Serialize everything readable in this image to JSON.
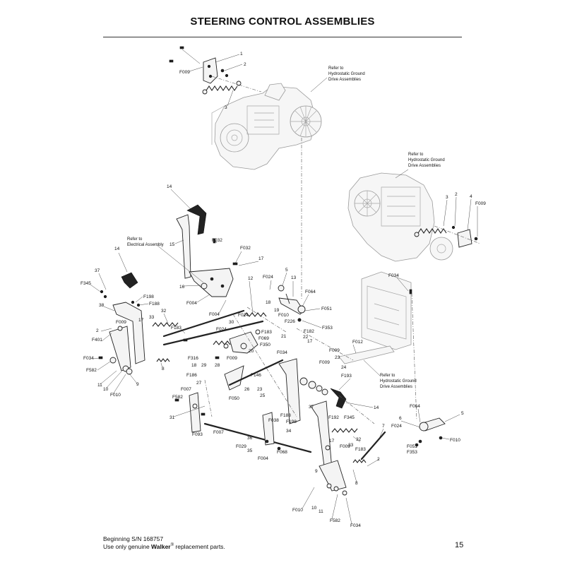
{
  "title": "STEERING CONTROL ASSEMBLIES",
  "notes": {
    "hydro_top": [
      "Refer to",
      "Hydrostatic Ground",
      "Drive Assemblies"
    ],
    "hydro_right": [
      "Refer to",
      "Hydrostatic Ground",
      "Drive Assemblies"
    ],
    "hydro_bottom": [
      "Refer to",
      "Hydrostatic Ground",
      "Drive Assemblies"
    ],
    "electrical": [
      "Refer to",
      "Electrical Assembly"
    ]
  },
  "callouts": {
    "c1": "1",
    "c2": "2",
    "c3": "3",
    "f009a": "F009",
    "r3": "3",
    "r2": "2",
    "r4": "4",
    "rf009": "F009",
    "c14a": "14",
    "c15": "15",
    "f032a": "F032",
    "f032b": "F032",
    "c17a": "17",
    "c16": "16",
    "f004a": "F004",
    "f004b": "F004",
    "f024a": "F024",
    "c5a": "5",
    "c13": "13",
    "c12": "12",
    "c18a": "18",
    "c19": "19",
    "f010a": "F010",
    "f064a": "F064",
    "f051a": "F051",
    "f226": "F226",
    "f353a": "F353",
    "c14b": "14",
    "c37a": "37",
    "f345a": "F345",
    "f198a": "F198",
    "f188a": "F188",
    "c38": "38",
    "c17b": "17",
    "c33a": "33",
    "c32a": "32",
    "c2b": "2",
    "f009b": "F009",
    "f401": "F401",
    "f183a": "F183",
    "f034a": "F034",
    "f582a": "F582",
    "c8a": "8",
    "c11a": "11",
    "c10a": "10",
    "c9a": "9",
    "f010b": "F010",
    "f024b": "F024",
    "c30": "30",
    "f024c": "F024",
    "f183b": "F183",
    "f069": "F069",
    "f350": "F350",
    "c21": "21",
    "f182": "F182",
    "c22": "22",
    "c17c": "17",
    "f012": "F012",
    "f034b": "F034",
    "f316": "F316",
    "c18b": "18",
    "c29": "29",
    "c28": "28",
    "f009c": "F009",
    "c20": "20",
    "f186": "F186",
    "f146": "F146",
    "c27": "27",
    "c26": "26",
    "f009d": "F009",
    "f009e": "F009",
    "c23a": "23",
    "c24": "24",
    "f193": "F193",
    "c25": "25",
    "c23b": "23",
    "f007a": "F007",
    "f582b": "F582",
    "f050": "F050",
    "c31": "31",
    "f093": "F093",
    "f007b": "F007",
    "f038": "F038",
    "f188b": "F188",
    "f198b": "F198",
    "c37b": "37",
    "f192": "F192",
    "f345b": "F345",
    "c14c": "14",
    "c34": "34",
    "c32b": "32",
    "c36": "36",
    "f029": "F029",
    "c35": "35",
    "f004c": "F004",
    "f068": "F068",
    "c17d": "17",
    "f009f": "F009",
    "c33b": "33",
    "f183c": "F183",
    "c7": "7",
    "c2c": "2",
    "c8b": "8",
    "c9b": "9",
    "f010c": "F010",
    "c10b": "10",
    "c11b": "11",
    "f582c": "F582",
    "f034c": "F034",
    "f064b": "F064",
    "c6": "6",
    "c5b": "5",
    "f024d": "F024",
    "f010d": "F010",
    "f051b": "F051",
    "f353b": "F353",
    "f034d": "F034"
  },
  "footer": {
    "serial": "Beginning S/N 168757",
    "use_prefix": "Use only genuine ",
    "brand": "Walker",
    "reg": "®",
    "use_suffix": " replacement parts."
  },
  "page_number": "15"
}
